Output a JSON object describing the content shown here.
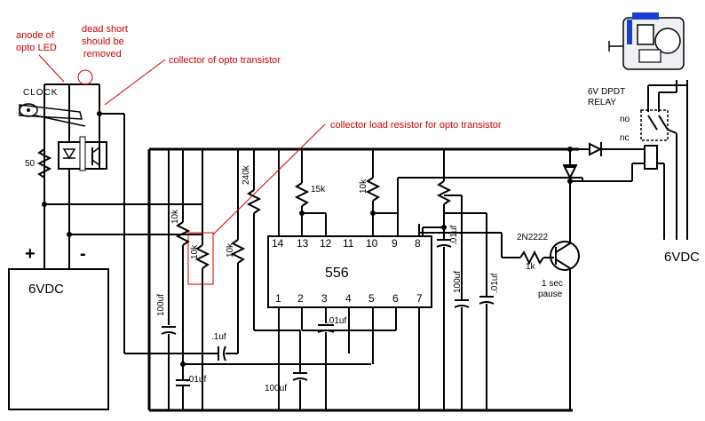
{
  "annotations": {
    "anode": [
      "anode of",
      "opto LED"
    ],
    "dead_short": [
      "dead short",
      "should be",
      "removed"
    ],
    "collector": "collector of opto transistor",
    "load_resistor": "collector load resistor for opto transistor"
  },
  "labels": {
    "clock": "CLOCK",
    "r50": "50",
    "plus": "+",
    "minus": "-",
    "battery": "6VDC",
    "supply": "6VDC",
    "relay": [
      "6V DPDT",
      "RELAY"
    ],
    "relay_no": "no",
    "relay_nc": "nc",
    "ic": "556",
    "transistor": "2N2222",
    "pause": [
      "1 sec",
      "pause"
    ]
  },
  "components": {
    "r_240k": "240k",
    "r_15k": "15k",
    "r_10k_a": "10k",
    "r_10k_b": "10k",
    "r_10k_c": "10k",
    "r_10k_d": "10k",
    "r_1k": "1k",
    "c_100uf_a": "100uf",
    "c_100uf_b": "100uf",
    "c_100uf_c": "100uf",
    "c_01uf_a": ".01uf",
    "c_01uf_b": ".01uf",
    "c_01uf_c": ".01uf",
    "c_01uf_d": ".01uf",
    "c_1uf": ".1uf"
  },
  "pins": {
    "top": [
      "14",
      "13",
      "12",
      "11",
      "10",
      "9",
      "8"
    ],
    "bottom": [
      "1",
      "2",
      "3",
      "4",
      "5",
      "6",
      "7"
    ]
  },
  "colors": {
    "annotation": "#cc0000",
    "wire": "#000000",
    "clock_accent": "#1a3fd0"
  }
}
